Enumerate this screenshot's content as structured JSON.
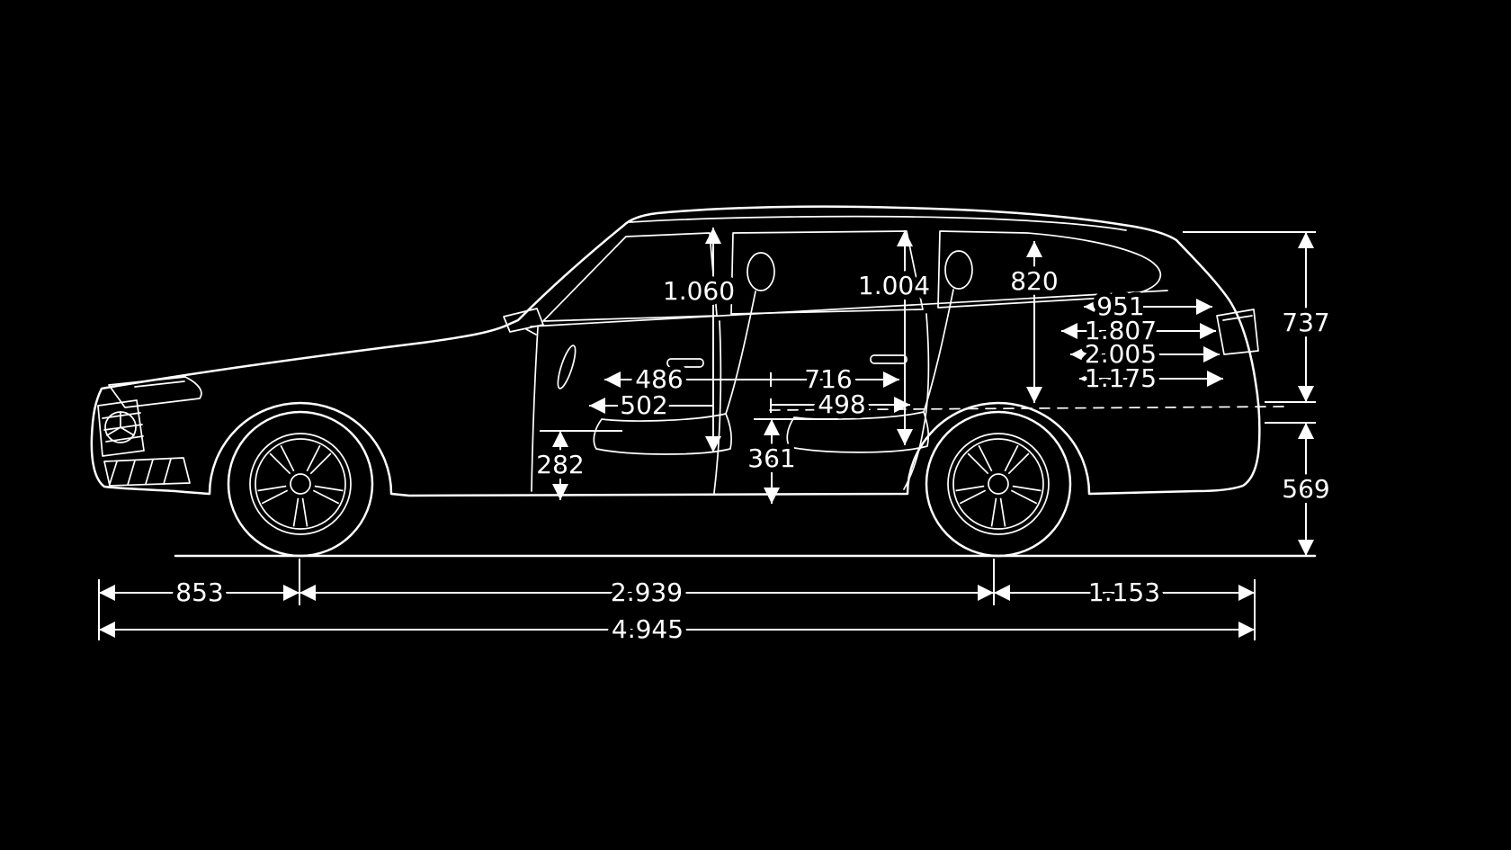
{
  "colors": {
    "background": "#000000",
    "line": "#ffffff"
  },
  "dimensions": {
    "dim_1060": "1.060",
    "dim_1004": "1.004",
    "dim_820": "820",
    "dim_951": "951",
    "dim_1807": "1.807",
    "dim_2005": "2.005",
    "dim_1175": "1.175",
    "dim_737": "737",
    "dim_569": "569",
    "dim_486": "486",
    "dim_502": "502",
    "dim_716": "716",
    "dim_498": "498",
    "dim_282": "282",
    "dim_361": "361",
    "dim_853": "853",
    "dim_2939": "2.939",
    "dim_1153": "1.153",
    "dim_4945": "4.945"
  }
}
